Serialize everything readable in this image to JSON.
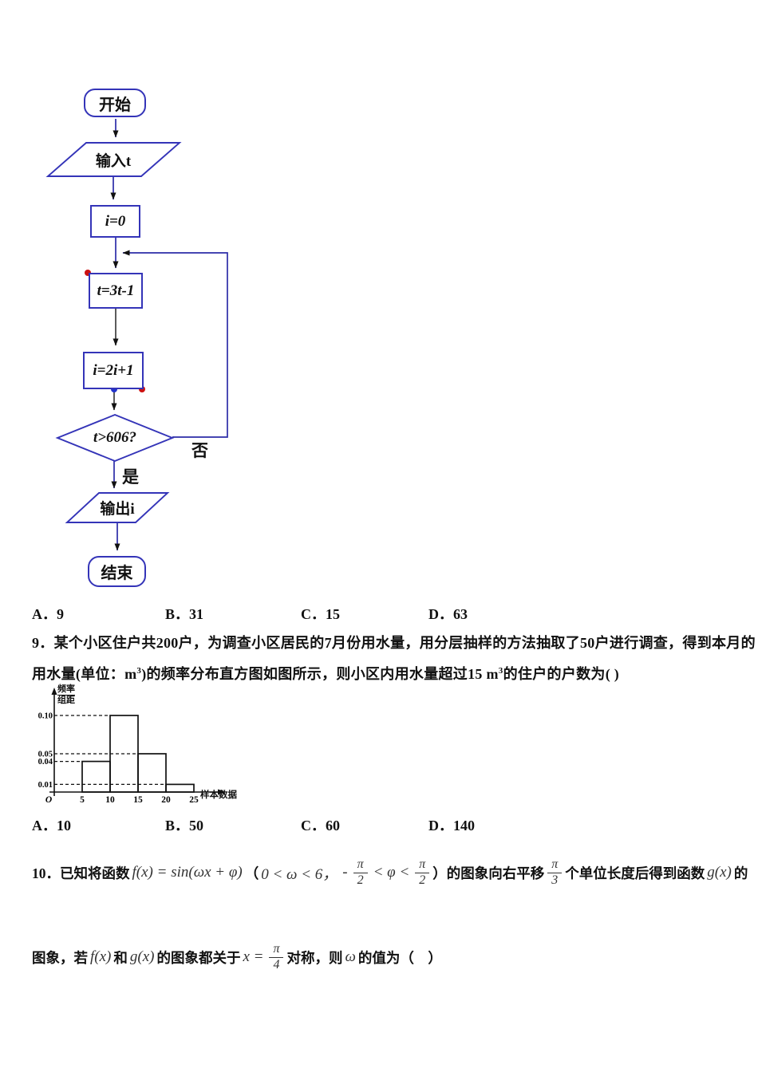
{
  "flowchart": {
    "nodes": {
      "start": "开始",
      "input": "输入t",
      "init": "i=0",
      "assign_t": "t=3t-1",
      "assign_i": "i=2i+1",
      "decision": "t>606?",
      "output": "输出i",
      "end": "结束"
    },
    "branch_no": "否",
    "branch_yes": "是",
    "colors": {
      "outline": "#3434b8",
      "line": "#2d2da8",
      "arrow": "#111111",
      "dot_red": "#cc1111",
      "dot_blue": "#2233cc"
    }
  },
  "q8": {
    "options": [
      {
        "label": "A．9"
      },
      {
        "label": "B．31"
      },
      {
        "label": "C．15"
      },
      {
        "label": "D．63"
      }
    ]
  },
  "q9": {
    "line1": "9．某个小区住户共200户，为调查小区居民的7月份用水量，用分层抽样的方法抽取了50户进行调查，得到本月的",
    "line2_parts": {
      "a": "用水量(单位：m",
      "sup1": "3",
      "b": ")的频率分布直方图如图所示，则小区内用水量超过15 m",
      "sup2": "3",
      "c": "的住户的户数为( )"
    },
    "options": [
      {
        "label": "A．10"
      },
      {
        "label": "B．50"
      },
      {
        "label": "C．60"
      },
      {
        "label": "D．140"
      }
    ]
  },
  "chart_data": {
    "type": "bar",
    "title": "",
    "xlabel": "样本数据",
    "ylabel_top": "频率",
    "ylabel_bottom": "组距",
    "categories": [
      "[5,10)",
      "[10,15)",
      "[15,20)",
      "[20,25)"
    ],
    "bins": [
      [
        5,
        10
      ],
      [
        10,
        15
      ],
      [
        15,
        20
      ],
      [
        20,
        25
      ]
    ],
    "values": [
      0.04,
      0.1,
      0.05,
      0.01
    ],
    "x_ticks": [
      "O",
      "5",
      "10",
      "15",
      "20",
      "25"
    ],
    "y_ticks": [
      0.01,
      0.04,
      0.05,
      0.1
    ],
    "xlim": [
      0,
      30
    ],
    "ylim": [
      0,
      0.12
    ],
    "grid": "dashed horizontal guides from y-axis to each bar at heights 0.01, 0.04, 0.05, 0.10",
    "legend": "none"
  },
  "q10": {
    "line1": {
      "no": "10．",
      "t1": "已知将函数",
      "m1": "f(x) = sin(ωx + φ)",
      "p1": "（",
      "m2": "0 < ω < 6，",
      "minus": "-",
      "frac1": {
        "num": "π",
        "den": "2"
      },
      "m3": "< φ <",
      "frac2": {
        "num": "π",
        "den": "2"
      },
      "p2": "）",
      "t2": "的图象向右平移",
      "frac3": {
        "num": "π",
        "den": "3"
      },
      "t3": "个单位长度后得到函数",
      "m4": "g(x)",
      "t4": "的"
    },
    "line2": {
      "t1": "图象，若",
      "m1": "f(x)",
      "t2": "和",
      "m2": "g(x)",
      "t3": "的图象都关于",
      "m3": "x =",
      "frac": {
        "num": "π",
        "den": "4"
      },
      "t4": "对称，则",
      "m4": "ω",
      "t5": "的值为（　）"
    }
  }
}
